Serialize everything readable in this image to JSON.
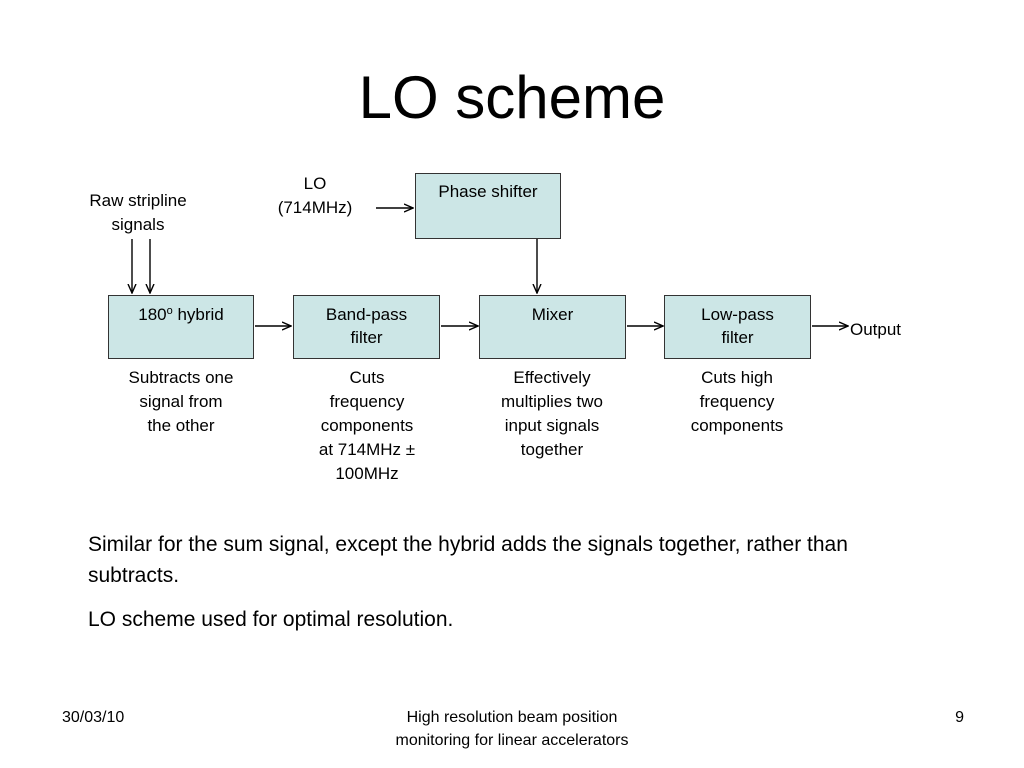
{
  "slide": {
    "title": "LO scheme"
  },
  "diagram": {
    "raw_input_label": "Raw stripline\nsignals",
    "lo_label_line1": "LO",
    "lo_label_line2": "(714MHz)",
    "phase_shifter": "Phase shifter",
    "hybrid_prefix": "180",
    "hybrid_sup": "o",
    "hybrid_suffix": " hybrid",
    "bandpass": "Band-pass\nfilter",
    "mixer": "Mixer",
    "lowpass": "Low-pass\nfilter",
    "output_label": "Output",
    "descriptions": {
      "hybrid": "Subtracts one\nsignal from\nthe other",
      "bandpass": "Cuts\nfrequency\ncomponents\nat 714MHz ±\n100MHz",
      "mixer": "Effectively\nmultiplies two\ninput signals\ntogether",
      "lowpass": "Cuts high\nfrequency\ncomponents"
    }
  },
  "body": {
    "para1": "Similar for the sum signal, except the hybrid adds the signals together, rather than subtracts.",
    "para2": "LO scheme used for optimal resolution."
  },
  "footer": {
    "date": "30/03/10",
    "center_line1": "High resolution beam position",
    "center_line2": "monitoring for linear accelerators",
    "page_number": "9"
  }
}
